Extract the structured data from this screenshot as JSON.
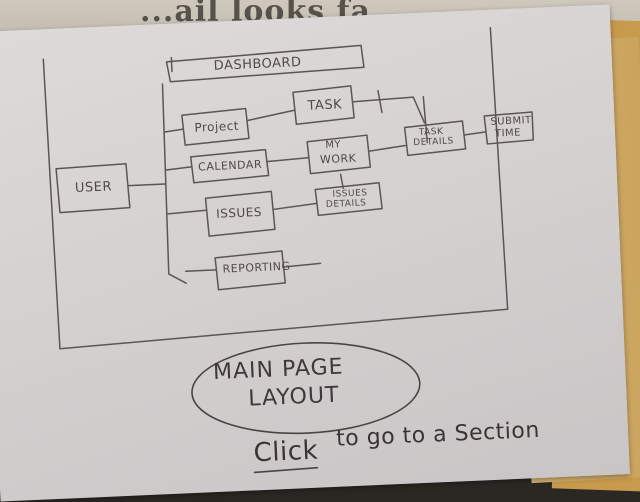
{
  "title": "MAIN PAGE LAYOUT",
  "title_line1": "MAIN PAGE",
  "title_line2": "LAYOUT",
  "call_to_action": {
    "click_word": "Click",
    "rest": "to go to a Section"
  },
  "newspaper_text": "...ail looks fa...",
  "diagram": {
    "nodes": {
      "dashboard": "DASHBOARD",
      "project": "Project",
      "task": "TASK",
      "calendar": "CALENDAR",
      "my_work_1": "MY",
      "my_work_2": "WORK",
      "task_details_1": "TASK",
      "task_details_2": "DETAILS",
      "submit_time_1": "SUBMIT",
      "submit_time_2": "TIME",
      "user": "USER",
      "issues": "ISSUES",
      "issues_details_1": "ISSUES",
      "issues_details_2": "DETAILS",
      "reporting": "REPORTING"
    },
    "edges": [
      [
        "user",
        "dashboard"
      ],
      [
        "dashboard",
        "project"
      ],
      [
        "dashboard",
        "calendar"
      ],
      [
        "dashboard",
        "issues"
      ],
      [
        "dashboard",
        "reporting"
      ],
      [
        "project",
        "task"
      ],
      [
        "calendar",
        "my_work"
      ],
      [
        "task",
        "task_details"
      ],
      [
        "my_work",
        "task_details"
      ],
      [
        "task_details",
        "submit_time"
      ],
      [
        "issues",
        "issues_details"
      ],
      [
        "my_work",
        "issues_details"
      ]
    ]
  },
  "colors": {
    "paper": "#d8d4d4",
    "ink": "#5b5654",
    "folder": "#d0ab63",
    "background": "#2b2824"
  }
}
